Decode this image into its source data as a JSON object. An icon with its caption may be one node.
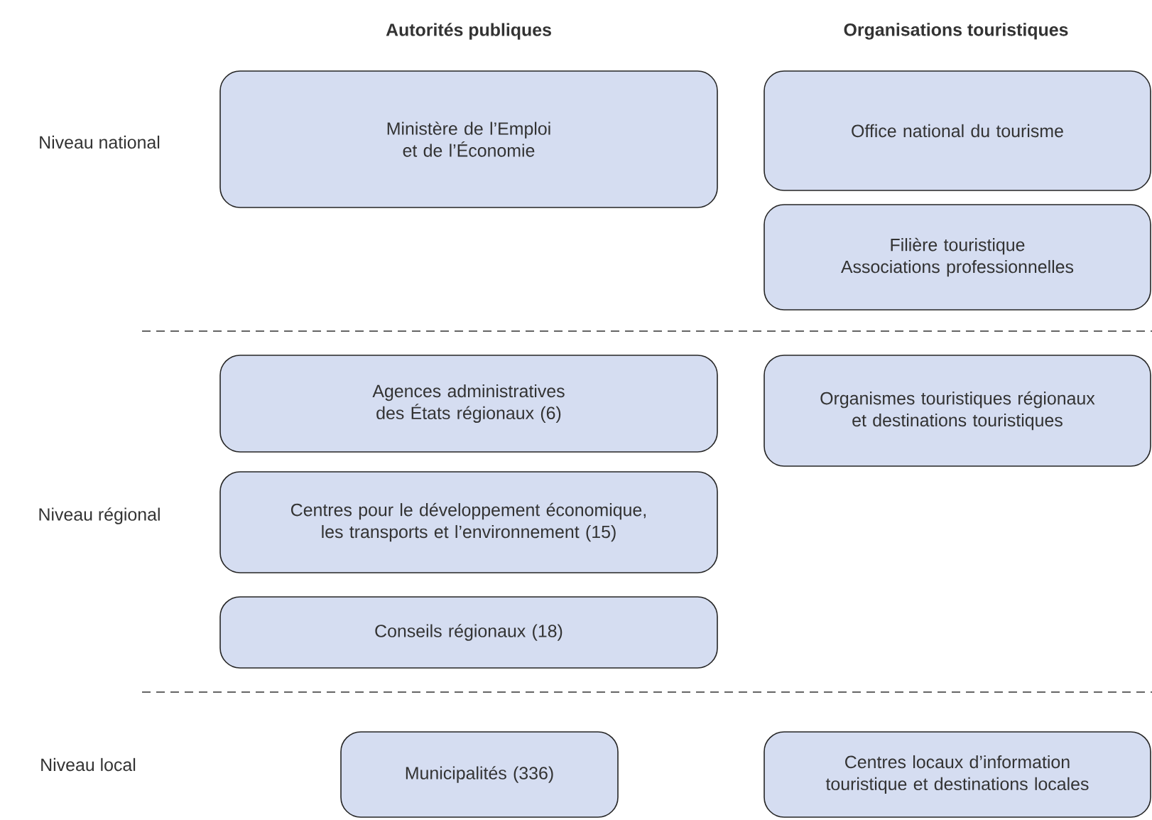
{
  "diagram": {
    "nodes": [
      {
        "text": [
          "Ministère de l’Emploi et de l’Économie"
        ]
      },
      {
        "text": [
          "Office national du tourisme"
        ]
      },
      {
        "text": [
          "Filière touristique Associations professionnelles"
        ]
      },
      {
        "text": [
          "Agences administratives des États régionaux (6)"
        ]
      },
      {
        "text": [
          "Organismes touristiques régionaux et destinations touristiques"
        ]
      },
      {
        "text": [
          "Centres pour le développement économique, les transports et l’environnement (15)"
        ]
      },
      {
        "text": [
          "Conseils régionaux (18)"
        ]
      },
      {
        "text": [
          "Municipalités (336)"
        ]
      },
      {
        "text": [
          "Centres locaux d’information touristique et destinations locales"
        ]
      }
    ],
    "labels": [
      "Autorités publiques",
      "Organisations touristiques",
      "Niveau national",
      "Niveau régional",
      "Niveau local"
    ]
  }
}
